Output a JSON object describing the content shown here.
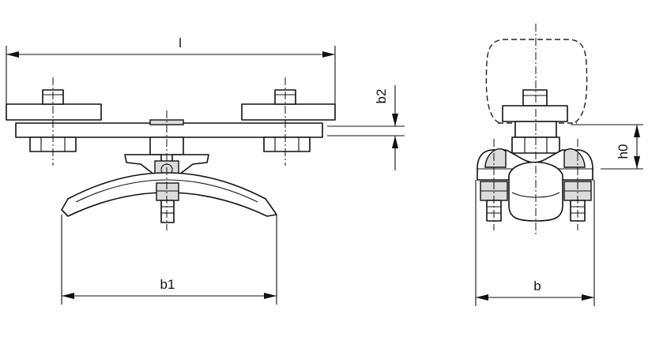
{
  "labels": {
    "length": "l",
    "height_b2": "b2",
    "width_b1": "b1",
    "height_h0": "h0",
    "width_b": "b"
  }
}
